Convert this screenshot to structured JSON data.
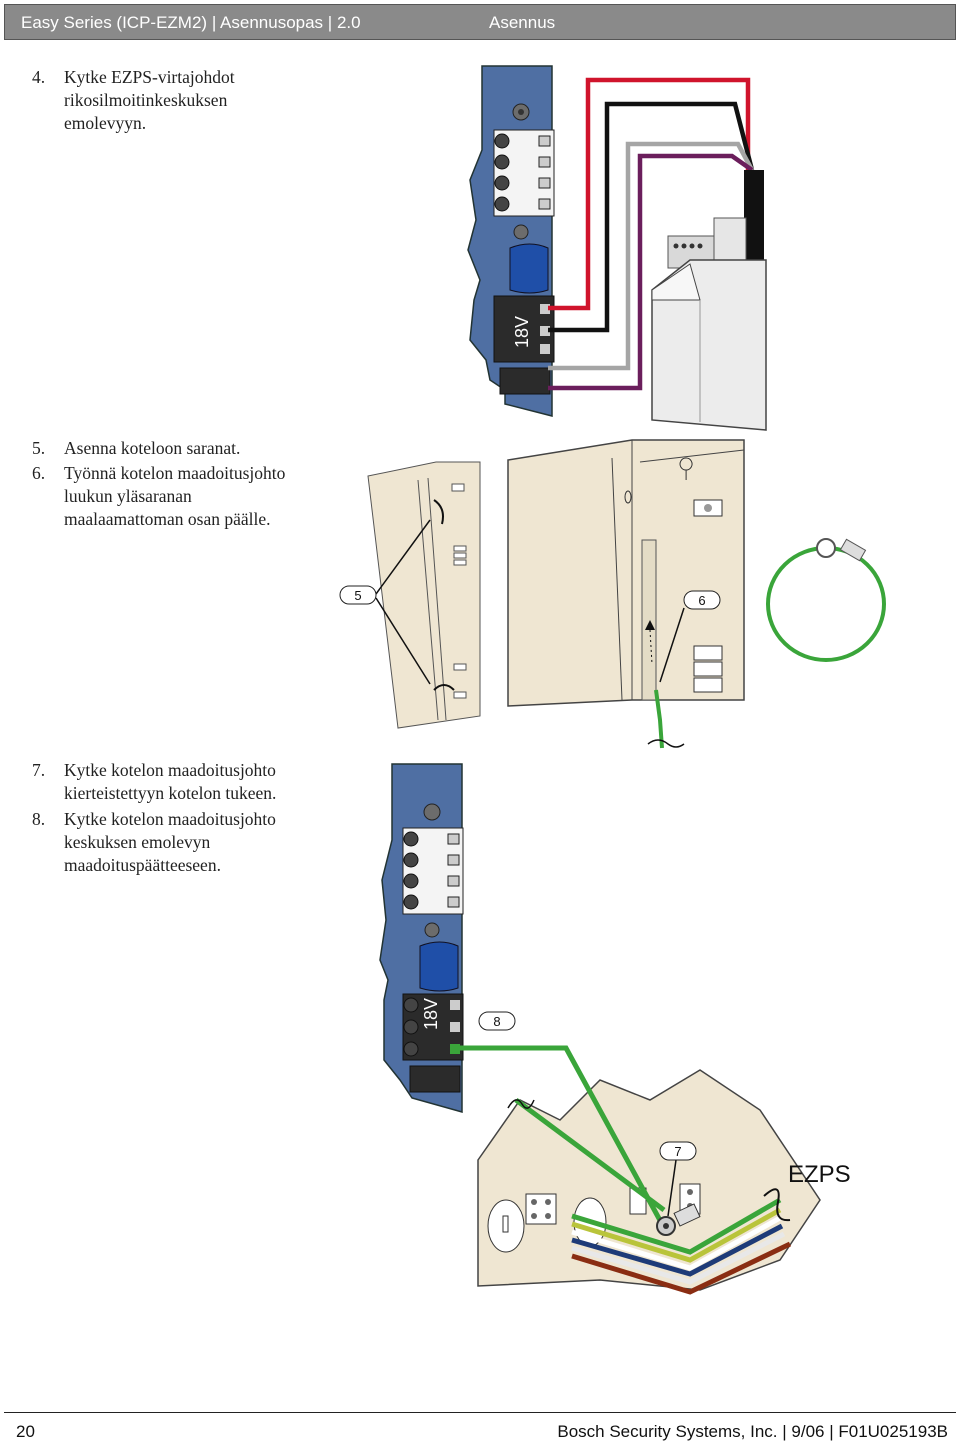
{
  "header": {
    "product": "Easy Series (ICP-EZM2)",
    "doc": "Asennusopas",
    "version": "2.0",
    "section": "Asennus"
  },
  "steps": [
    {
      "num": "4.",
      "lines": [
        "Kytke EZPS-virtajohdot",
        "rikosilmoitinkeskuksen",
        "emolevyyn."
      ]
    },
    {
      "num": "5.",
      "lines": [
        "Asenna koteloon saranat."
      ]
    },
    {
      "num": "6.",
      "lines": [
        "Työnnä kotelon maadoitusjohto",
        "luukun yläsaranan",
        "maalaamattoman osan päälle."
      ]
    },
    {
      "num": "7.",
      "lines": [
        "Kytke kotelon maadoitusjohto",
        "kierteistettyyn kotelon tukeen."
      ]
    },
    {
      "num": "8.",
      "lines": [
        "Kytke kotelon maadoitusjohto",
        "keskuksen emolevyn",
        "maadoituspäätteeseen."
      ]
    }
  ],
  "figures": {
    "fig1": {
      "terminal_label": "18V"
    },
    "fig2": {
      "callout_a": "5",
      "callout_b": "6"
    },
    "fig3": {
      "terminal_label": "18V",
      "callout_a": "8",
      "callout_b": "7",
      "power_label": "EZPS"
    }
  },
  "footer": {
    "page": "20",
    "company": "Bosch Security Systems, Inc.",
    "date": "9/06",
    "docnum": "F01U025193B"
  },
  "colors": {
    "board": "#4f6fa3",
    "wire_red": "#d0142c",
    "wire_black": "#111111",
    "wire_gray": "#a5a5a5",
    "wire_purple": "#6b1e5c",
    "ground_green": "#3aa53a",
    "enclosure": "#efe6d2"
  }
}
